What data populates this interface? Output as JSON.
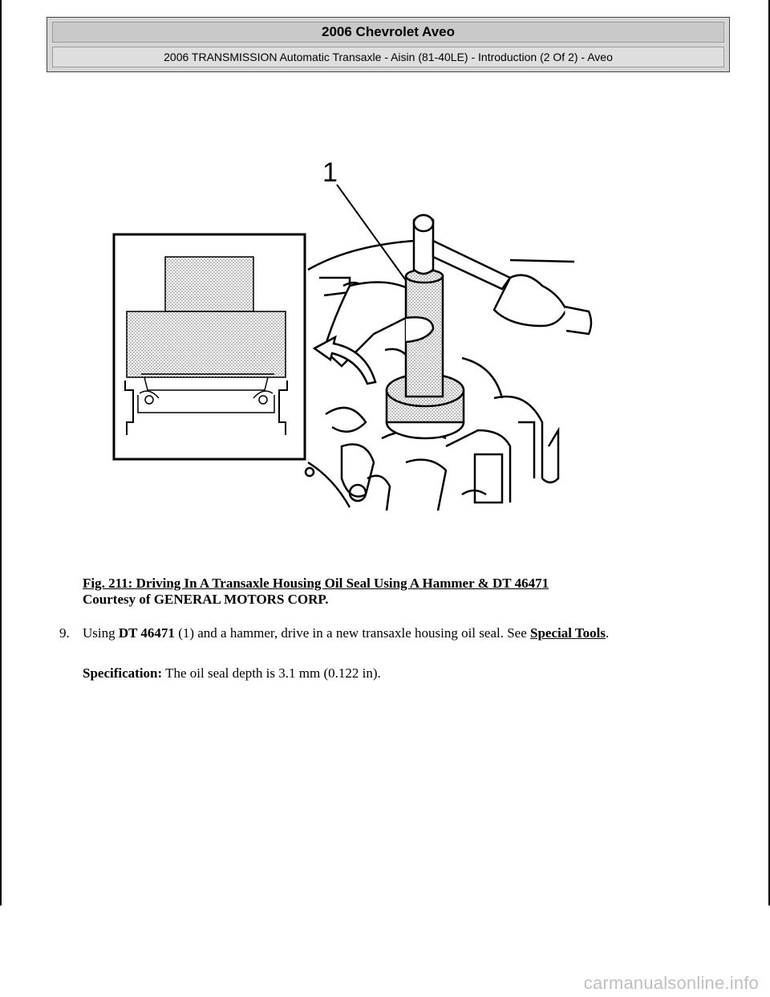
{
  "header": {
    "title": "2006 Chevrolet Aveo",
    "subtitle": "2006 TRANSMISSION Automatic Transaxle - Aisin (81-40LE) - Introduction (2 Of 2) - Aveo"
  },
  "figure": {
    "callout": "1"
  },
  "caption": {
    "title": "Fig. 211: Driving In A Transaxle Housing Oil Seal Using A Hammer & DT 46471",
    "courtesy": "Courtesy of GENERAL MOTORS CORP."
  },
  "step": {
    "number": "9.",
    "text_1": "Using ",
    "tool": "DT 46471",
    "text_2": " (1) and a hammer, drive in a new transaxle housing oil seal. See ",
    "link": "Special Tools",
    "text_3": "."
  },
  "spec": {
    "label": "Specification:",
    "text": " The oil seal depth is 3.1 mm (0.122 in)."
  },
  "watermark": "carmanualsonline.info"
}
